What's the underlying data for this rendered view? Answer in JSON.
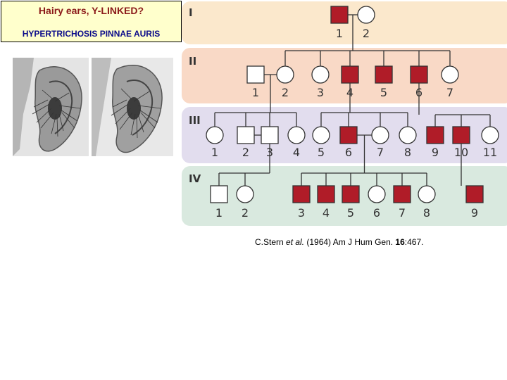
{
  "title": {
    "heading": "Hairy ears, Y-LINKED?",
    "subtitle": "HYPERTRICHOSIS PINNAE AURIS"
  },
  "citation": {
    "authors": "C.Stern ",
    "etal": "et al.",
    "journal": " (1964) Am J Hum Gen. ",
    "volume": "16",
    "pages": ":467."
  },
  "colors": {
    "affected": "#b01c28",
    "gen_I_bg": "#fbe8cc",
    "gen_II_bg": "#f9d9c6",
    "gen_III_bg": "#e2ddee",
    "gen_IV_bg": "#d9e9df"
  },
  "pedigree": {
    "generations": [
      {
        "label": "I",
        "individuals": [
          {
            "num": "1",
            "sex": "male",
            "affected": true
          },
          {
            "num": "2",
            "sex": "female",
            "affected": false
          }
        ]
      },
      {
        "label": "II",
        "individuals": [
          {
            "num": "1",
            "sex": "male",
            "affected": false
          },
          {
            "num": "2",
            "sex": "female",
            "affected": false
          },
          {
            "num": "3",
            "sex": "female",
            "affected": false
          },
          {
            "num": "4",
            "sex": "male",
            "affected": true
          },
          {
            "num": "5",
            "sex": "male",
            "affected": true
          },
          {
            "num": "6",
            "sex": "male",
            "affected": true
          },
          {
            "num": "7",
            "sex": "female",
            "affected": false
          }
        ]
      },
      {
        "label": "III",
        "individuals": [
          {
            "num": "1",
            "sex": "female",
            "affected": false
          },
          {
            "num": "2",
            "sex": "male",
            "affected": false
          },
          {
            "num": "3",
            "sex": "male",
            "affected": false
          },
          {
            "num": "4",
            "sex": "female",
            "affected": false
          },
          {
            "num": "5",
            "sex": "female",
            "affected": false
          },
          {
            "num": "6",
            "sex": "male",
            "affected": true
          },
          {
            "num": "7",
            "sex": "female",
            "affected": false
          },
          {
            "num": "8",
            "sex": "female",
            "affected": false
          },
          {
            "num": "9",
            "sex": "male",
            "affected": true
          },
          {
            "num": "10",
            "sex": "male",
            "affected": true
          },
          {
            "num": "11",
            "sex": "female",
            "affected": false
          }
        ]
      },
      {
        "label": "IV",
        "individuals": [
          {
            "num": "1",
            "sex": "male",
            "affected": false
          },
          {
            "num": "2",
            "sex": "female",
            "affected": false
          },
          {
            "num": "3",
            "sex": "male",
            "affected": true
          },
          {
            "num": "4",
            "sex": "male",
            "affected": true
          },
          {
            "num": "5",
            "sex": "male",
            "affected": true
          },
          {
            "num": "6",
            "sex": "female",
            "affected": false
          },
          {
            "num": "7",
            "sex": "male",
            "affected": true
          },
          {
            "num": "8",
            "sex": "female",
            "affected": false
          },
          {
            "num": "9",
            "sex": "male",
            "affected": true
          }
        ]
      }
    ]
  }
}
